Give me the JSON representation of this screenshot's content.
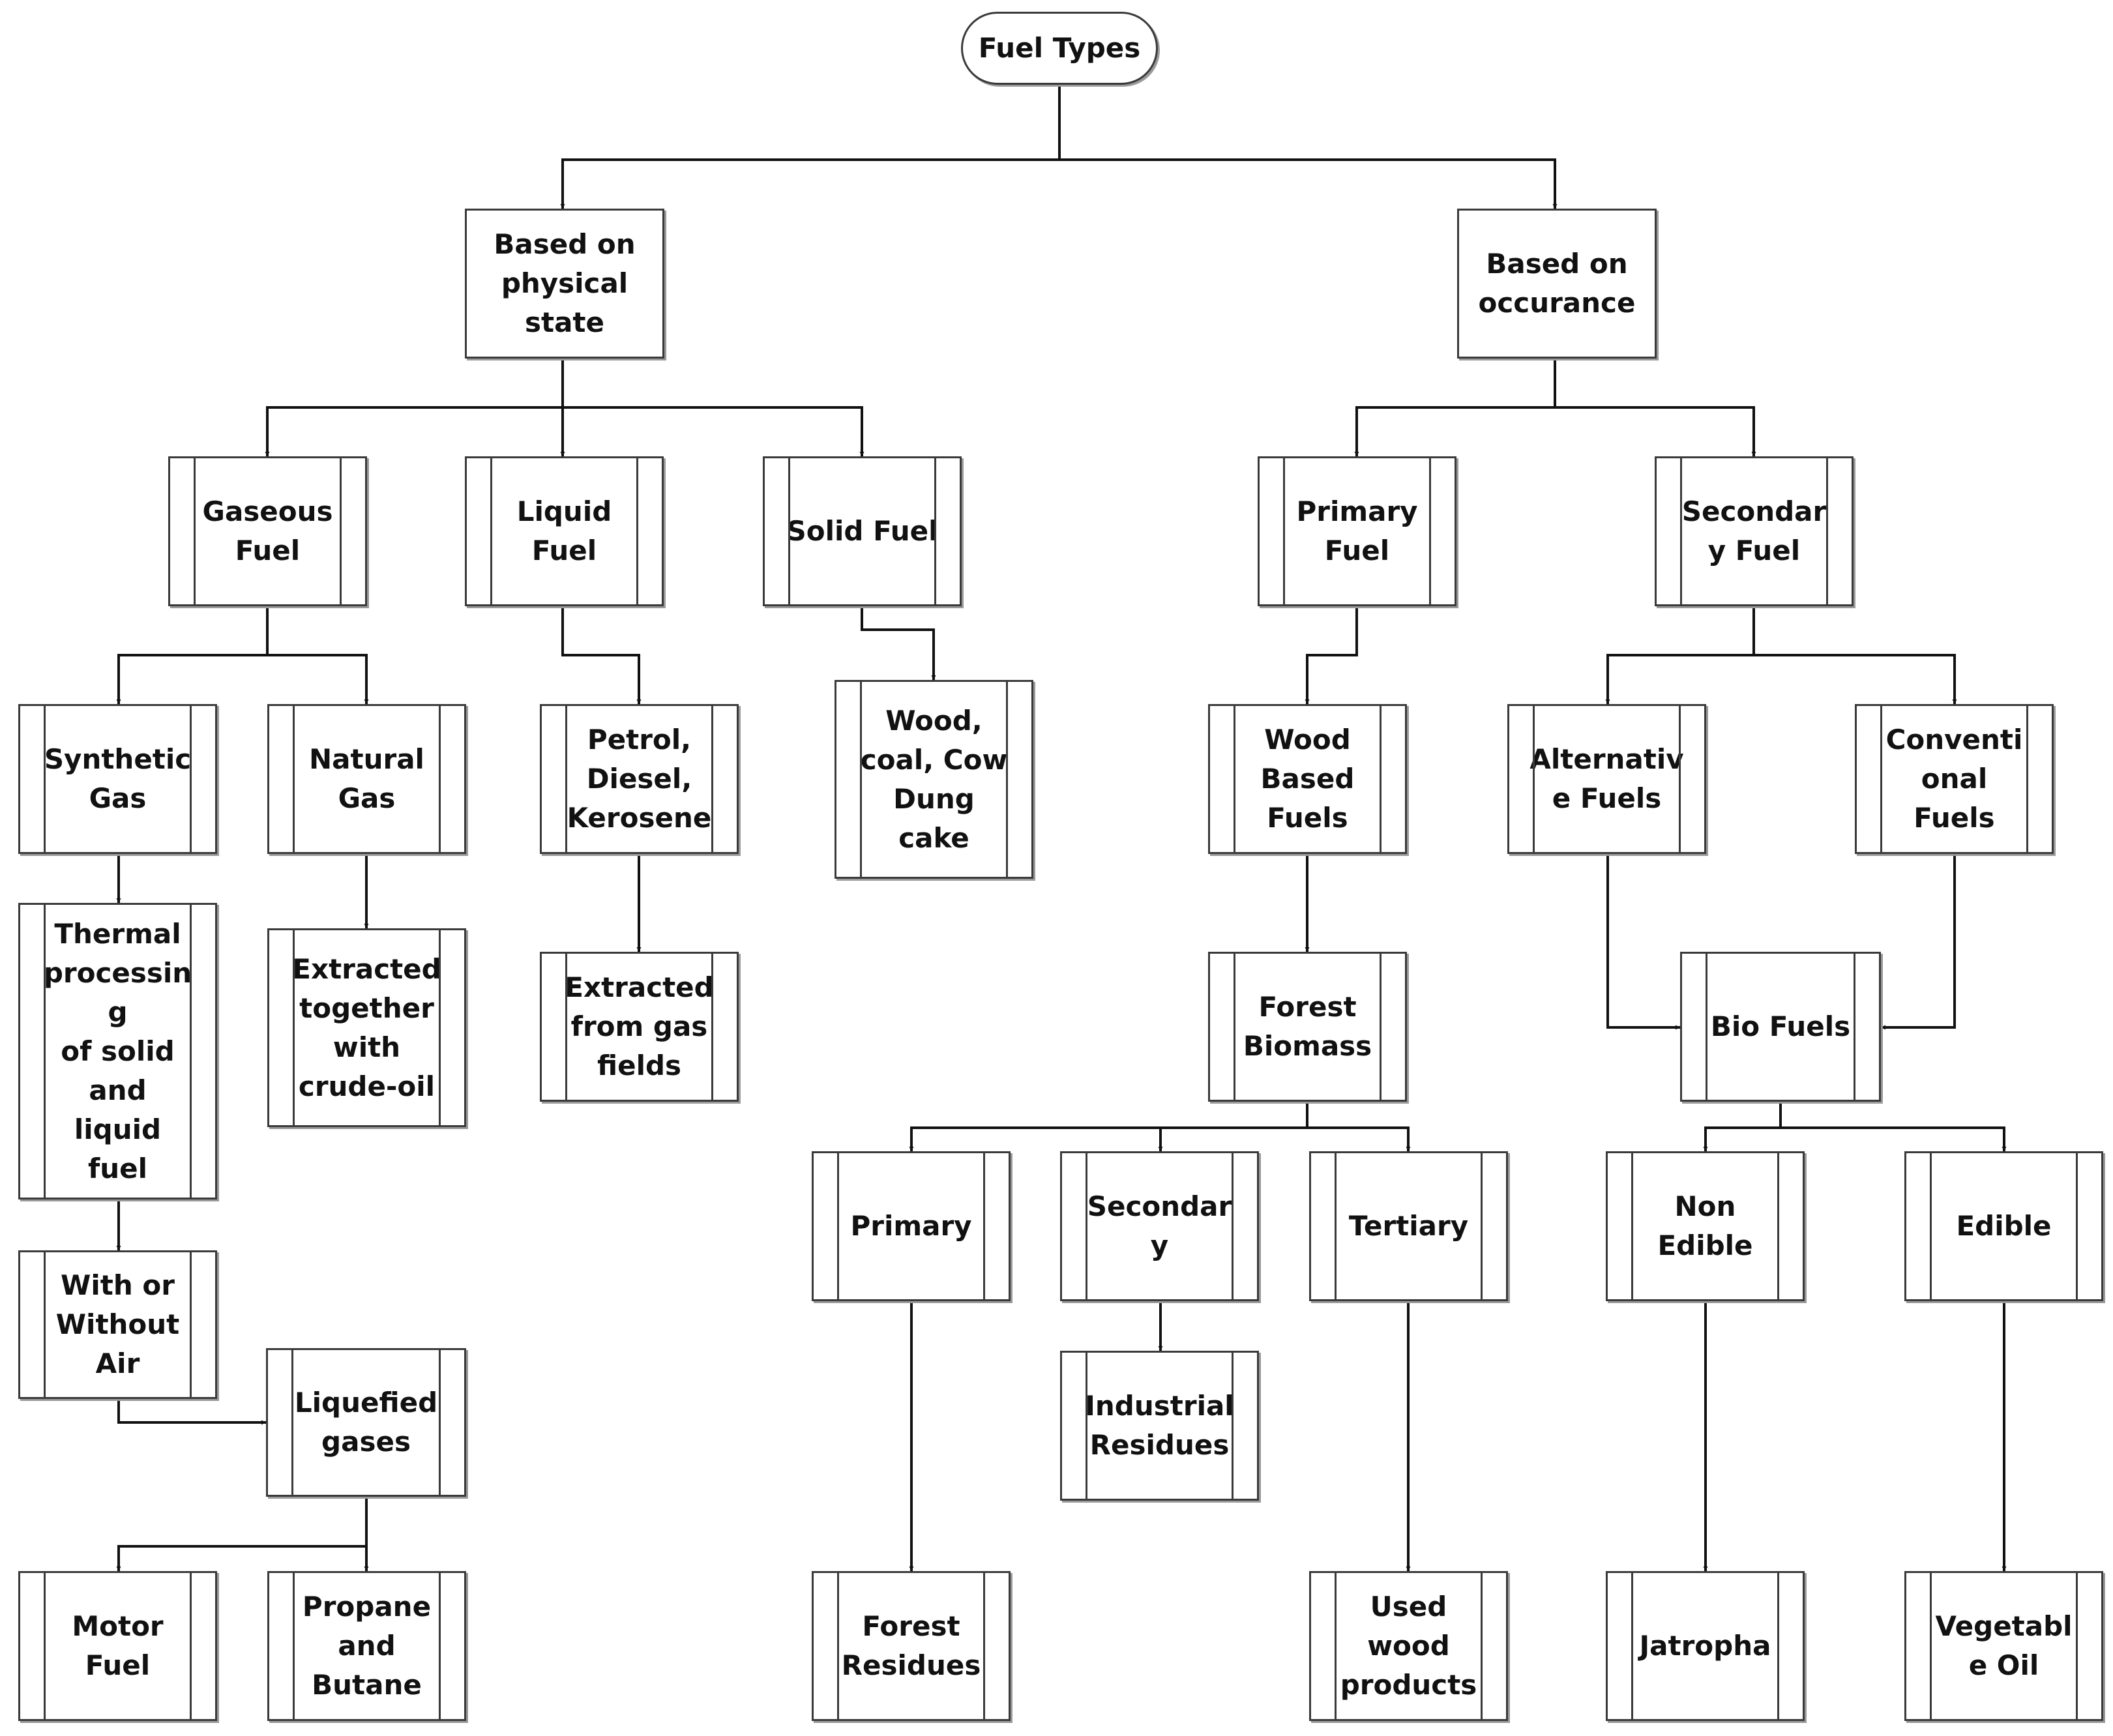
{
  "diagram": {
    "root": "Fuel Types",
    "physical_state": {
      "label": "Based on\nphysical state",
      "gaseous": {
        "label": "Gaseous\nFuel",
        "synthetic_gas": "Synthetic\nGas",
        "thermal_processing": "Thermal\nprocessin\ng\nof solid\nand\nliquid\nfuel",
        "with_or_without_air": "With or\nWithout\nAir",
        "liquefied_gases": "Liquefied\ngases",
        "motor_fuel": "Motor\nFuel",
        "propane_butane": "Propane\nand\nButane",
        "natural_gas": "Natural\nGas",
        "extracted_crude": "Extracted\ntogether\nwith\ncrude-oil"
      },
      "liquid": {
        "label": "Liquid\nFuel",
        "petrol": "Petrol,\nDiesel,\nKerosene",
        "extracted_gas_fields": "Extracted\nfrom gas\nfields"
      },
      "solid": {
        "label": "Solid Fuel",
        "wood_coal": "Wood,\ncoal, Cow\nDung\ncake"
      }
    },
    "occurance": {
      "label": "Based on\noccurance",
      "primary": {
        "label": "Primary\nFuel",
        "wood_based": "Wood\nBased\nFuels",
        "forest_biomass": "Forest\nBiomass",
        "fb_primary": "Primary",
        "fb_secondary": "Secondar\ny",
        "fb_tertiary": "Tertiary",
        "forest_residues": "Forest\nResidues",
        "industrial_residues": "Industrial\nResidues",
        "used_wood": "Used\nwood\nproducts"
      },
      "secondary": {
        "label": "Secondar\ny Fuel",
        "alternative": "Alternativ\ne Fuels",
        "conventional": "Conventi\nonal\nFuels",
        "bio_fuels": "Bio Fuels",
        "non_edible": "Non\nEdible",
        "edible": "Edible",
        "jatropha": "Jatropha",
        "vegetable_oil": "Vegetabl\ne Oil"
      }
    }
  }
}
